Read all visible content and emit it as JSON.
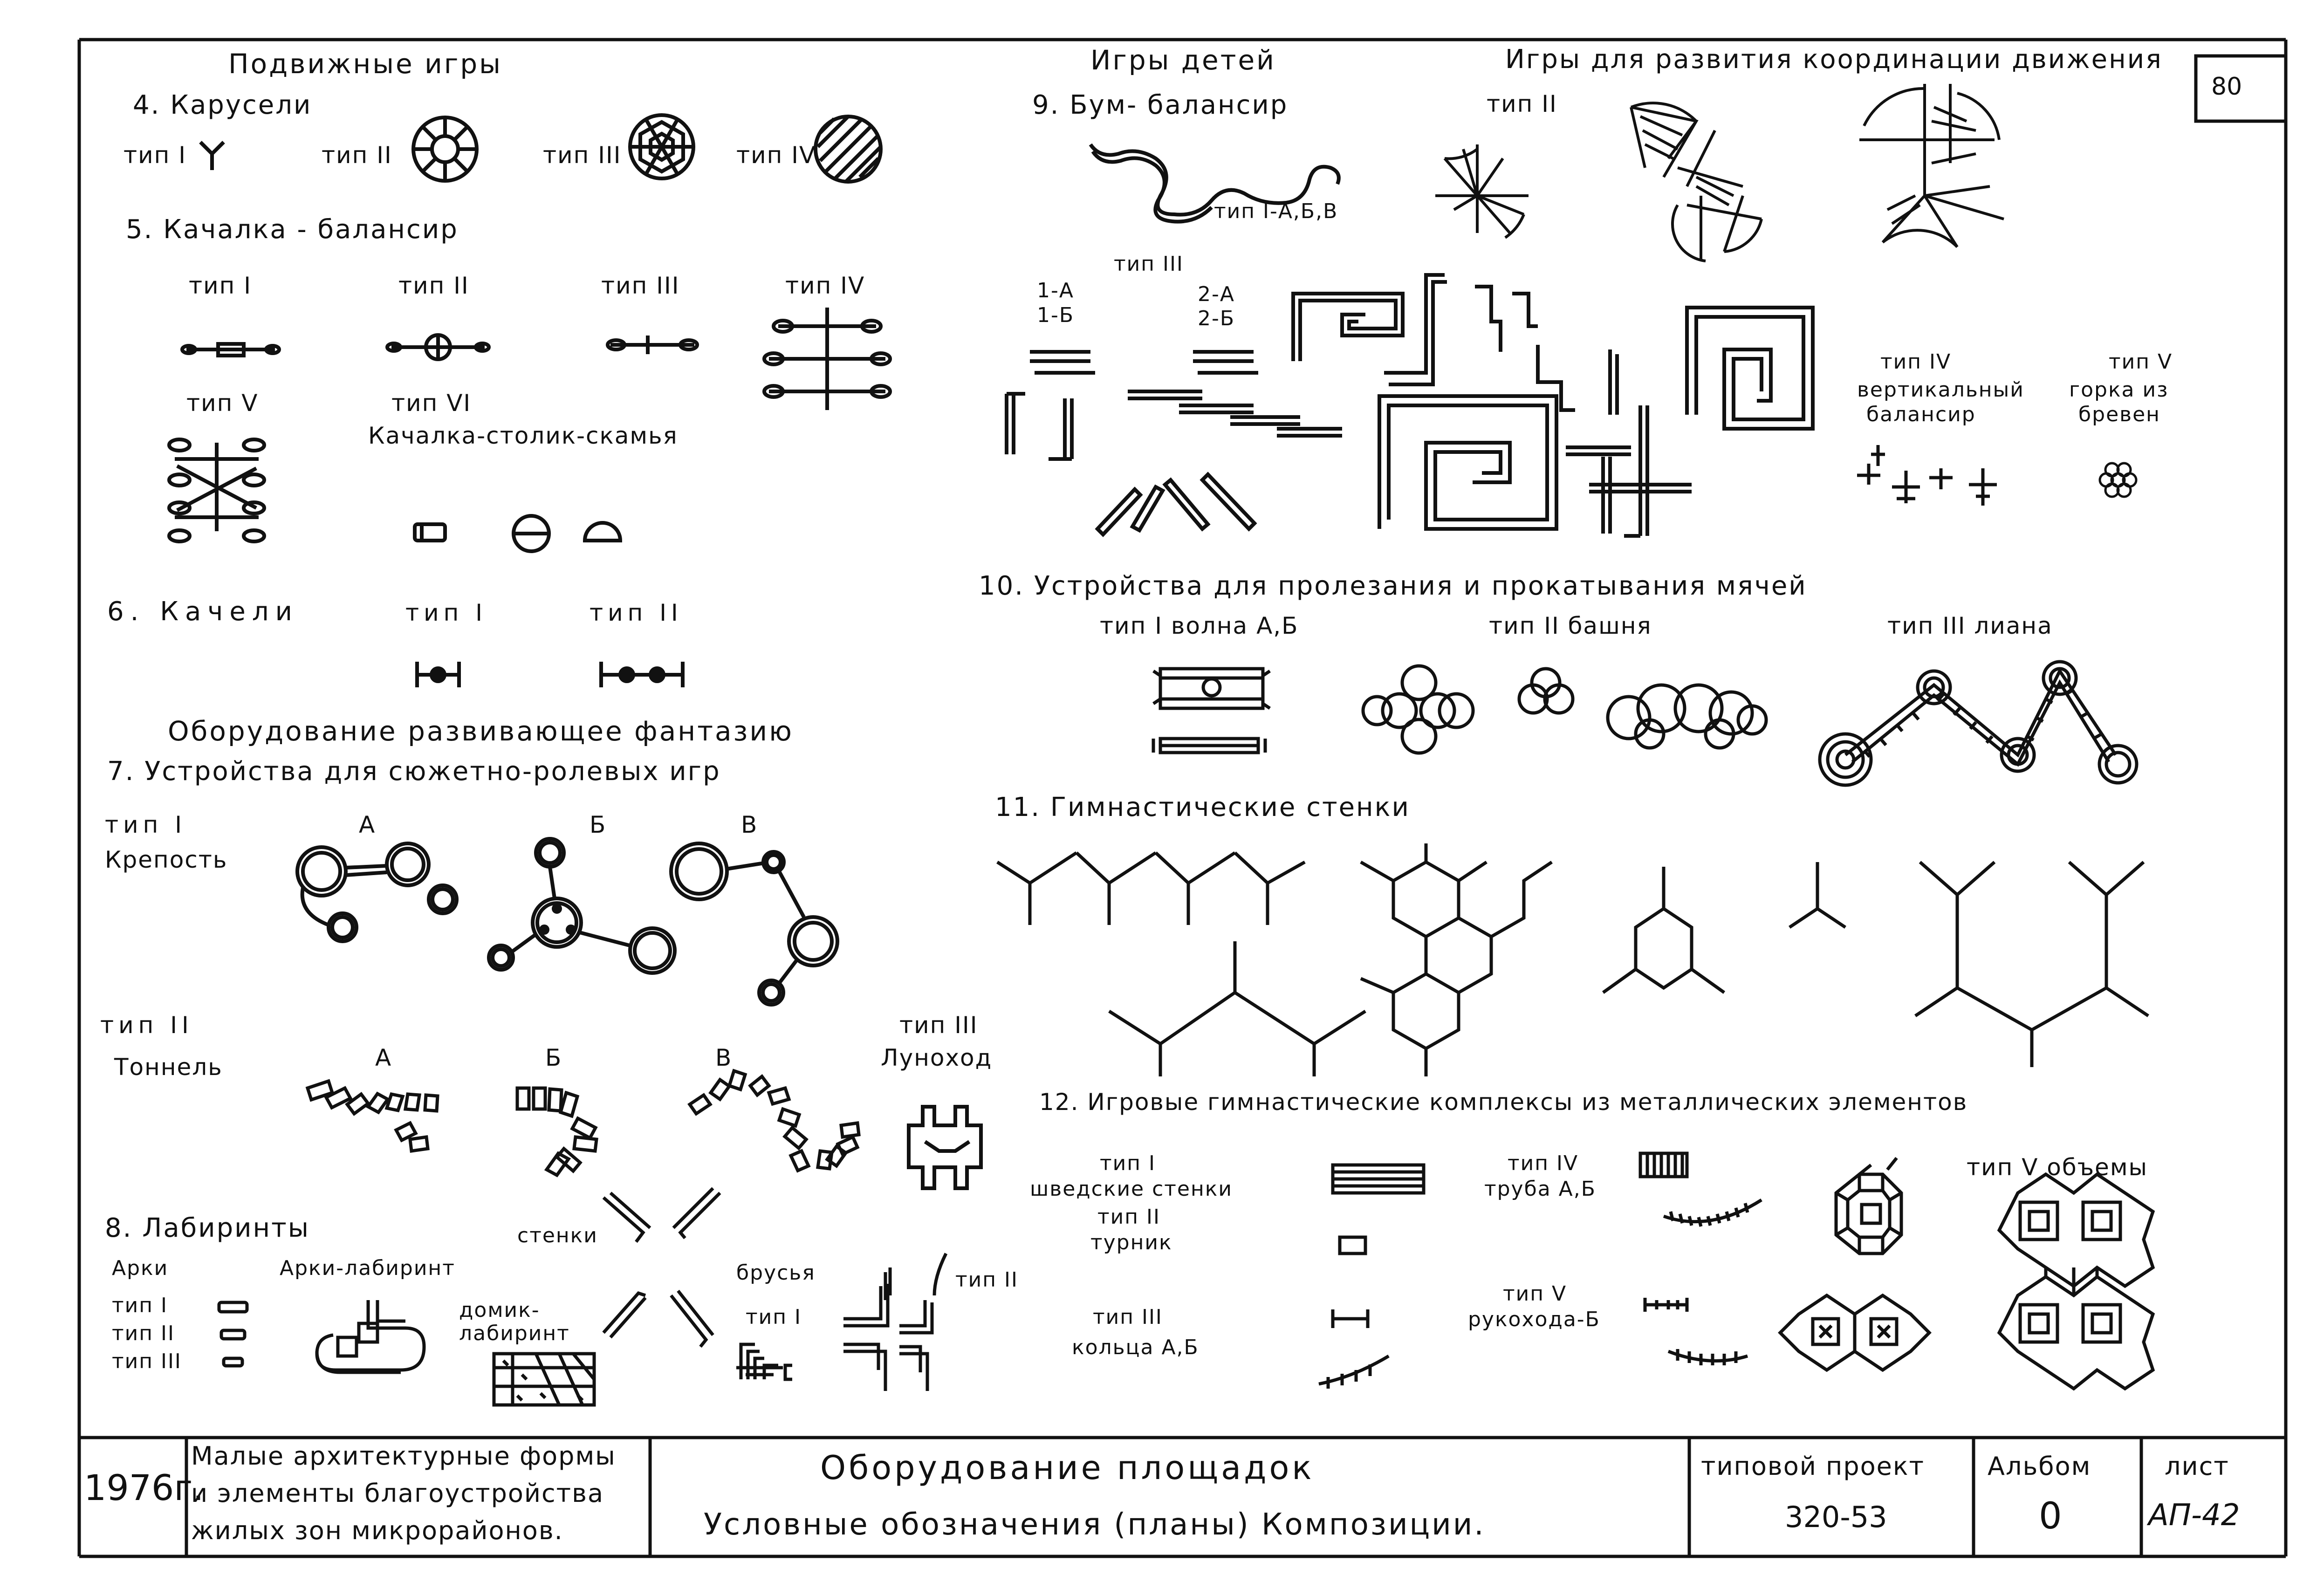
{
  "sheet": {
    "page_number": "80",
    "headers": {
      "mobile_games": "Подвижные игры",
      "children_games": "Игры детей",
      "coordination": "Игры для развития координации движения",
      "fantasy": "Оборудование развивающее фантазию"
    },
    "sec4": {
      "title": "4. Карусели",
      "labels": [
        "тип I",
        "тип II",
        "тип III",
        "тип IV"
      ]
    },
    "sec5": {
      "title": "5. Качалка - балансир",
      "labels": [
        "тип I",
        "тип II",
        "тип III",
        "тип IV",
        "тип V",
        "тип VI"
      ],
      "subtitle": "Качалка-столик-скамья"
    },
    "sec6": {
      "title": "6. Качели",
      "labels": [
        "тип I",
        "тип II"
      ]
    },
    "sec7": {
      "title": "7. Устройства для сюжетно-ролевых игр",
      "type1": "тип I",
      "type1_name": "Крепость",
      "variants": [
        "А",
        "Б",
        "В"
      ],
      "type2": "тип II",
      "type2_name": "Тоннель",
      "type3": "тип III",
      "type3_name": "Луноход"
    },
    "sec8": {
      "title": "8. Лабиринты",
      "arches": "Арки",
      "arch_types": [
        "тип I",
        "тип II",
        "тип III"
      ],
      "arch_maze": "Арки-лабиринт",
      "house_maze_1": "домик-",
      "house_maze_2": "лабиринт",
      "walls": "стенки",
      "bars": "брусья",
      "bars_type1": "тип I",
      "bars_type2": "тип II"
    },
    "sec9": {
      "title": "9. Бум- балансир",
      "type_label": "тип I-А,Б,В",
      "type3": "тип III",
      "items_left": [
        "1-А",
        "1-Б"
      ],
      "items_right": [
        "2-А",
        "2-Б"
      ],
      "type4_1": "тип IV",
      "type4_2": "вертикальный",
      "type4_3": "балансир",
      "type5_1": "тип V",
      "type5_2": "горка из",
      "type5_3": "бревен",
      "coord_type2": "тип II"
    },
    "sec10": {
      "title": "10. Устройства для пролезания и прокатывания мячей",
      "type1": "тип I волна А,Б",
      "type2": "тип II башня",
      "type3": "тип III лиана"
    },
    "sec11": {
      "title": "11. Гимнастические стенки"
    },
    "sec12": {
      "title": "12. Игровые гимнастические комплексы из металлических элементов",
      "t1a": "тип I",
      "t1b": "шведские стенки",
      "t2a": "тип II",
      "t2b": "турник",
      "t3a": "тип III",
      "t3b": "кольца А,Б",
      "t4a": "тип IV",
      "t4b": "труба А,Б",
      "t5a": "тип V",
      "t5b": "рукохода-Б",
      "t6": "тип V объемы"
    }
  },
  "title_block": {
    "year": "1976г.",
    "desc_line1": "Малые архитектурные формы",
    "desc_line2": "и элементы благоустройства",
    "desc_line3": "жилых зон микрорайонов.",
    "title_line1": "Оборудование площадок",
    "title_line2": "Условные обозначения (планы) Композиции.",
    "project_label": "типовой проект",
    "project_value": "320-53",
    "album_label": "Альбом",
    "album_value": "0",
    "sheet_label": "лист",
    "sheet_value": "АП-42"
  }
}
